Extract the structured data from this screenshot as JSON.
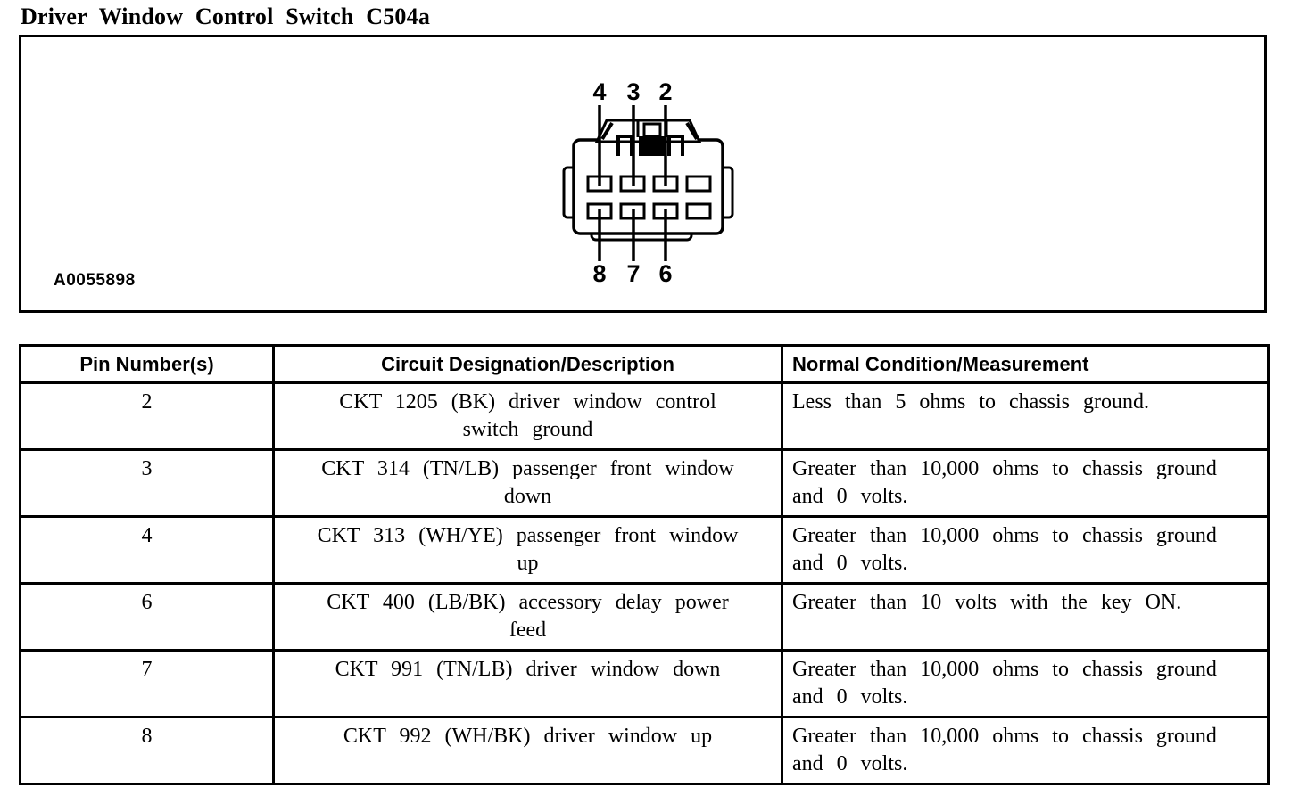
{
  "page": {
    "title": "Driver Window Control Switch C504a"
  },
  "figure": {
    "caption": "A0055898",
    "connector": {
      "top_pin_labels": [
        "4",
        "3",
        "2"
      ],
      "bottom_pin_labels": [
        "8",
        "7",
        "6"
      ]
    }
  },
  "table": {
    "headers": [
      "Pin Number(s)",
      "Circuit Designation/Description",
      "Normal Condition/Measurement"
    ],
    "rows": [
      {
        "pin": "2",
        "circuit": "CKT 1205 (BK) driver window control switch ground",
        "condition": "Less than 5 ohms to chassis ground."
      },
      {
        "pin": "3",
        "circuit": "CKT 314 (TN/LB) passenger front window down",
        "condition": "Greater than 10,000 ohms to chassis ground and 0 volts."
      },
      {
        "pin": "4",
        "circuit": "CKT 313 (WH/YE) passenger front window up",
        "condition": "Greater than 10,000 ohms to chassis ground and 0 volts."
      },
      {
        "pin": "6",
        "circuit": "CKT 400 (LB/BK) accessory delay power feed",
        "condition": "Greater than 10 volts with the key ON."
      },
      {
        "pin": "7",
        "circuit": "CKT 991 (TN/LB) driver window down",
        "condition": "Greater than 10,000 ohms to chassis ground and 0 volts."
      },
      {
        "pin": "8",
        "circuit": "CKT 992 (WH/BK) driver window up",
        "condition": "Greater than 10,000 ohms to chassis ground and 0 volts."
      }
    ]
  },
  "colors": {
    "ink": "#000000",
    "paper": "#ffffff"
  }
}
